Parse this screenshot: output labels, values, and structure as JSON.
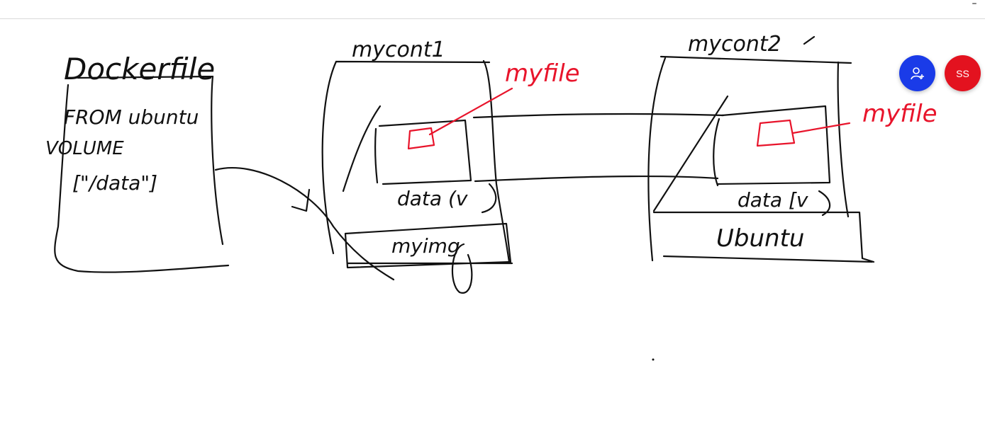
{
  "window": {
    "minimize_label": "–"
  },
  "whiteboard": {
    "dockerfile": {
      "title": "Dockerfile",
      "line1": "FROM ubuntu",
      "line2": "VOLUME",
      "line3": "[\"/data\"]"
    },
    "container1": {
      "label": "mycont1",
      "file_label": "myfile",
      "volume_label": "data (v",
      "image_label": "myimg"
    },
    "container2": {
      "label": "mycont2",
      "file_label": "myfile",
      "volume_label": "data [v",
      "image_label": "Ubuntu"
    },
    "ink_colors": {
      "black": "#111111",
      "red": "#e8142b"
    }
  },
  "participants": {
    "invite_icon": "add-person-icon",
    "invite_color": "#1a3be8",
    "avatar_initials": "SS",
    "avatar_color": "#e3121f"
  }
}
